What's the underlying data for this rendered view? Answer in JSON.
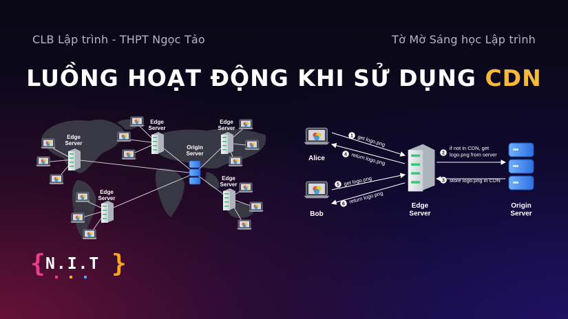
{
  "header": {
    "club": "CLB Lập trình - THPT Ngọc Tảo",
    "series": "Tờ Mờ Sáng học Lập trình",
    "title_main": "LUỒNG HOẠT ĐỘNG KHI SỬ DỤNG",
    "title_accent": "CDN"
  },
  "map": {
    "edge_label": "Edge\nServer",
    "origin_label": "Origin\nServer"
  },
  "flow": {
    "alice": "Alice",
    "bob": "Bob",
    "edge": "Edge\nServer",
    "origin": "Origin\nServer",
    "steps": [
      {
        "n": "1",
        "text": "get logo.png"
      },
      {
        "n": "2",
        "text": "if not in CDN, get logo.png from server"
      },
      {
        "n": "3",
        "text": "store logo.png in CDN"
      },
      {
        "n": "4",
        "text": "return logo.png"
      },
      {
        "n": "5",
        "text": "get logo.png"
      },
      {
        "n": "6",
        "text": "return logo.png"
      }
    ]
  },
  "logo": {
    "text": "N.I.T",
    "colors": [
      "#e83c8c",
      "#f6a623",
      "#4da3ff"
    ]
  }
}
